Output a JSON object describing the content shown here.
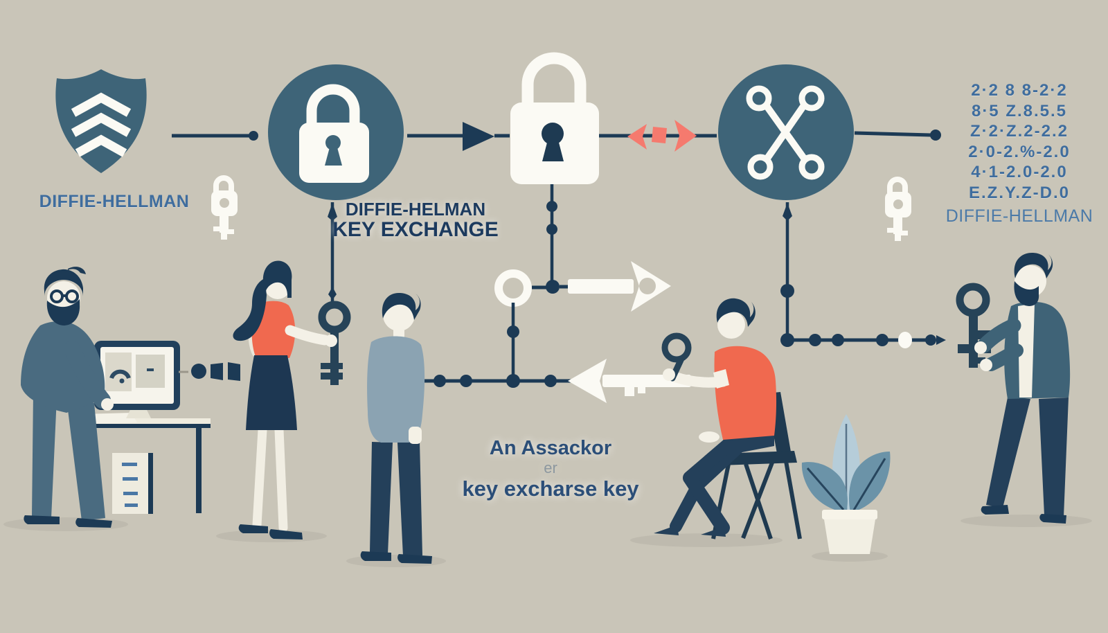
{
  "labels": {
    "shield_caption": "DIFFIE-HELLMAN",
    "exchange_caption_line1": "DIFFIE-HELMAN",
    "exchange_caption_line2": "KEY EXCHANGE",
    "attacker_line1": "An Assackor",
    "attacker_line2": "er",
    "attacker_line3": "key excharse key",
    "matrix_caption": "DIFFIE-HELLMAN"
  },
  "matrix": {
    "rows": [
      "2·2 8 8-2·2",
      "8·5 Z.8.5.5",
      "Z·2·Z.2-2.2",
      "2·0-2.%-2.0",
      "4·1-2.0-2.0",
      "E.Z.Y.Z-D.0"
    ]
  },
  "icons": {
    "shield": "shield-with-chevrons",
    "padlock_circle": "white-padlock-in-teal-circle",
    "padlock_white": "large-white-padlock",
    "crossed_keys_circle": "crossed-keys-in-teal-circle",
    "mini_lock_key_left": "white-lock-key",
    "mini_lock_key_right": "white-lock-key",
    "ring_node": "white-ring",
    "arrow_right_white": "white-key-arrow-right",
    "arrow_left_white": "white-key-arrow-left",
    "red_exchange_arrows": "salmon-bidirectional-arrows",
    "woman_key": "dark-key",
    "magnifier_key": "magnifier-key",
    "large_key_right": "dark-key",
    "monitor": "desktop-computer",
    "plant": "potted-plant"
  },
  "colors": {
    "bg": "#c9c5b8",
    "navy": "#1e3a52",
    "line": "#1c3a55",
    "teal": "#3e6478",
    "coral": "#f0694f",
    "salmon": "#f57a6e",
    "steel": "#3f6d9e",
    "caption": "#1c3a5e",
    "attacker": "#2b4e78",
    "skin": "#f4f1e7",
    "white": "#fbfaf4",
    "suit": "#4a6b80",
    "sweater": "#8ba3b2",
    "jacket": "#3f6377",
    "pantsdark": "#24405a",
    "leaflight": "#b6cdd9",
    "leafdark": "#6b93a8",
    "key": "#264358"
  }
}
